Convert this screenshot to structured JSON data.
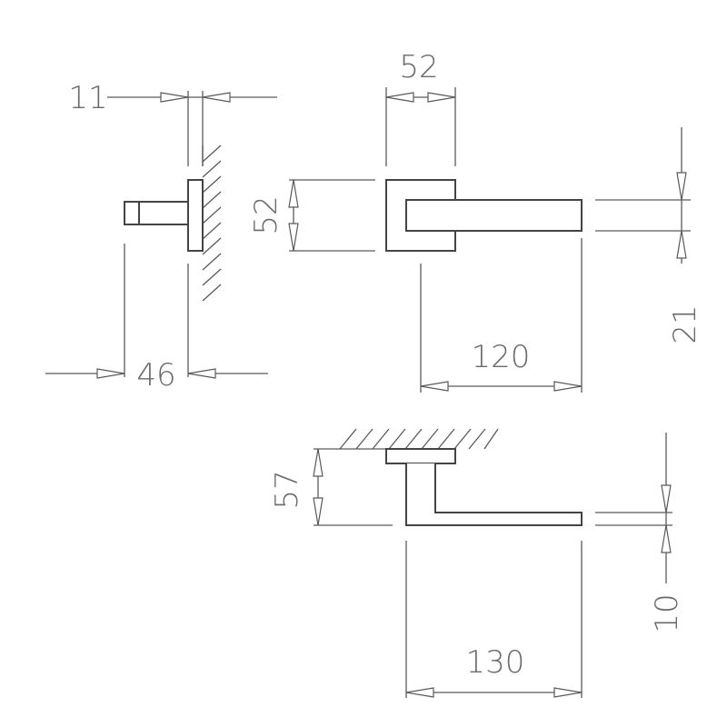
{
  "title": "Lever handle dimension drawing",
  "dimensions": {
    "side_rosette_thickness": "11",
    "side_projection": "46",
    "rosette_width": "52",
    "rosette_height": "52",
    "lever_height": "21",
    "lever_length_front": "120",
    "projection_top": "57",
    "lever_thickness": "10",
    "lever_length_top": "130"
  },
  "colors": {
    "line": "#5a5a5a",
    "text": "#6a6a6a"
  }
}
